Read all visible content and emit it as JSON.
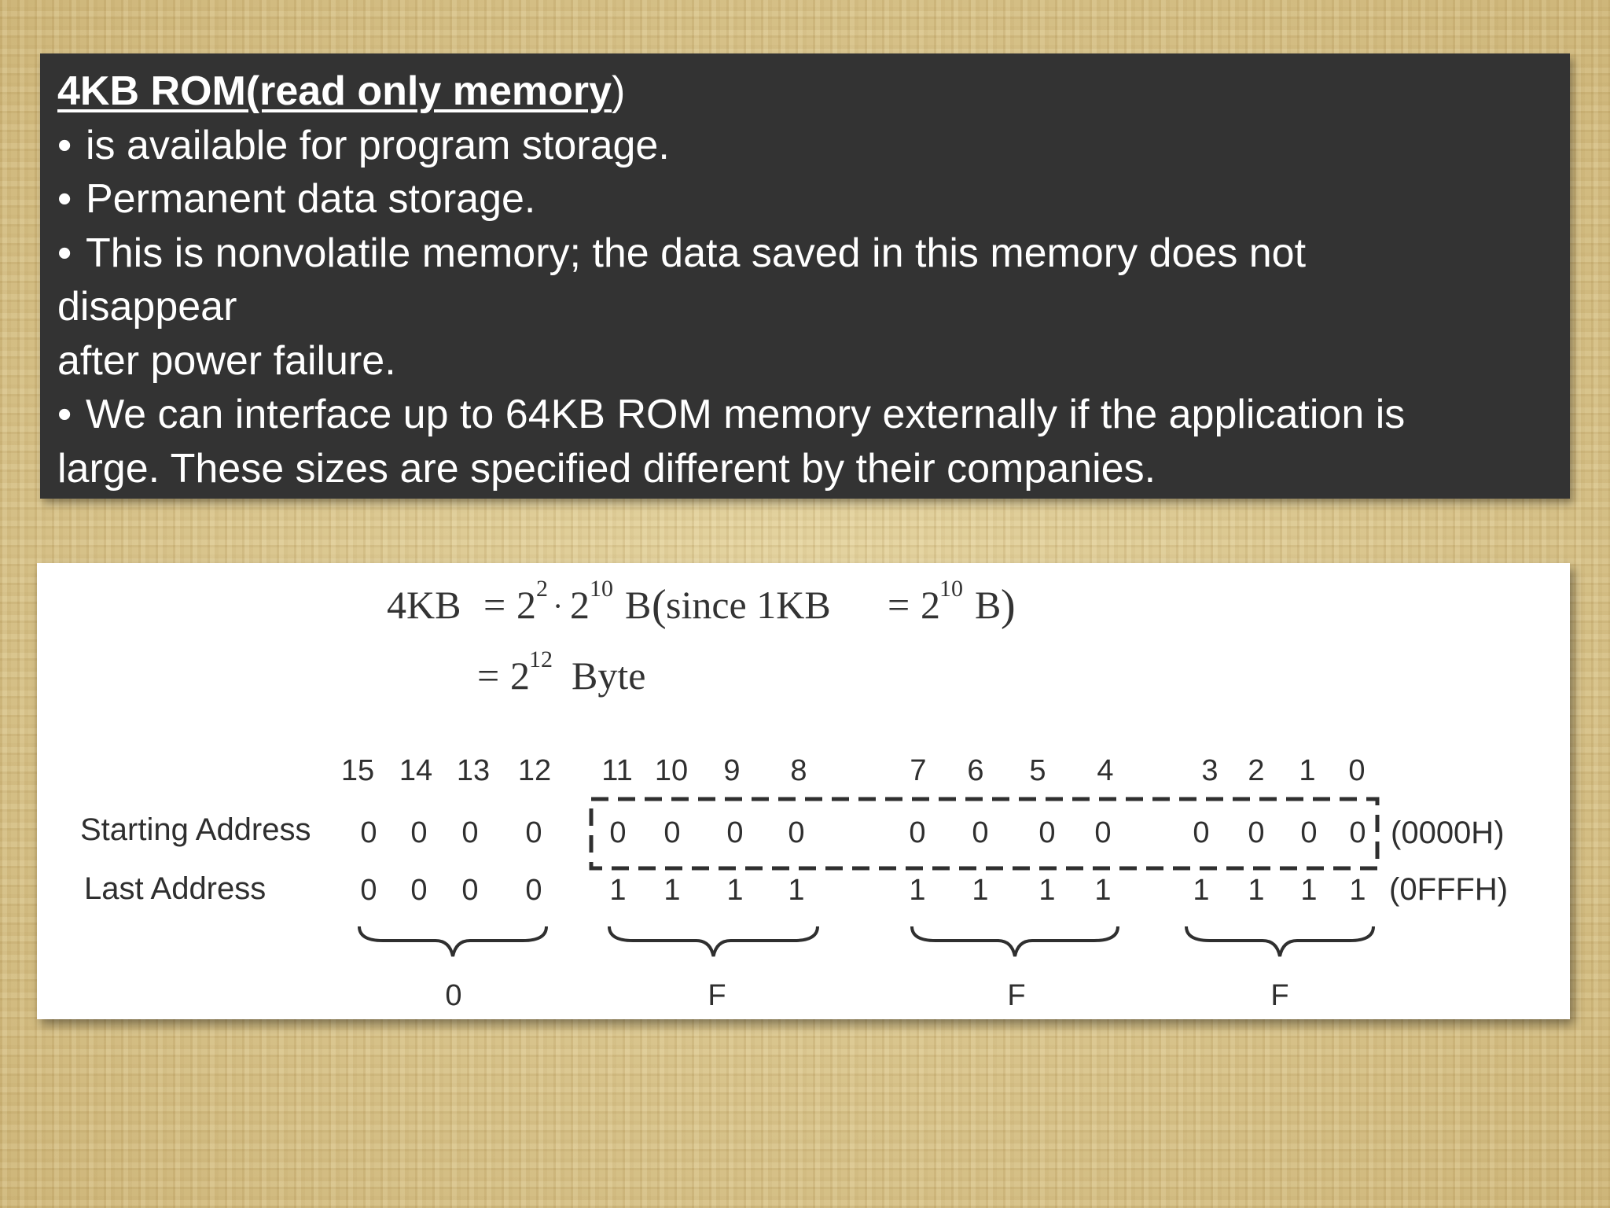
{
  "slide": {
    "heading_bold": "4KB ROM(read only memory",
    "heading_tail": ")",
    "bullets": [
      "is available for program storage.",
      "Permanent data storage.",
      "This is nonvolatile memory; the data saved in this memory does not"
    ],
    "continuation_1": "disappear",
    "continuation_2": "after power failure.",
    "bullet_4": "We can interface up to 64KB ROM memory externally if the application is",
    "continuation_3": "large. These sizes are specified different by their companies."
  },
  "equation": {
    "line1_lhs": "4KB",
    "line1_base_a": "2",
    "line1_exp_a": "2",
    "line1_base_b": "2",
    "line1_exp_b": "10",
    "line1_unit": "B",
    "line1_since": "since 1KB",
    "line1_base_c": "2",
    "line1_exp_c": "10",
    "line1_unit_c": "B",
    "line2_base": "2",
    "line2_exp": "12",
    "line2_unit": "Byte"
  },
  "bit_diagram": {
    "bit_positions": [
      "15",
      "14",
      "13",
      "12",
      "11",
      "10",
      "9",
      "8",
      "7",
      "6",
      "5",
      "4",
      "3",
      "2",
      "1",
      "0"
    ],
    "rows": [
      {
        "label": "Starting Address",
        "bits": [
          "0",
          "0",
          "0",
          "0",
          "0",
          "0",
          "0",
          "0",
          "0",
          "0",
          "0",
          "0",
          "0",
          "0",
          "0",
          "0"
        ],
        "hex": "(0000H)"
      },
      {
        "label": "Last Address",
        "bits": [
          "0",
          "0",
          "0",
          "0",
          "1",
          "1",
          "1",
          "1",
          "1",
          "1",
          "1",
          "1",
          "1",
          "1",
          "1",
          "1"
        ],
        "hex": "(0FFFH)"
      }
    ],
    "nibble_hex": [
      "0",
      "F",
      "F",
      "F"
    ]
  }
}
